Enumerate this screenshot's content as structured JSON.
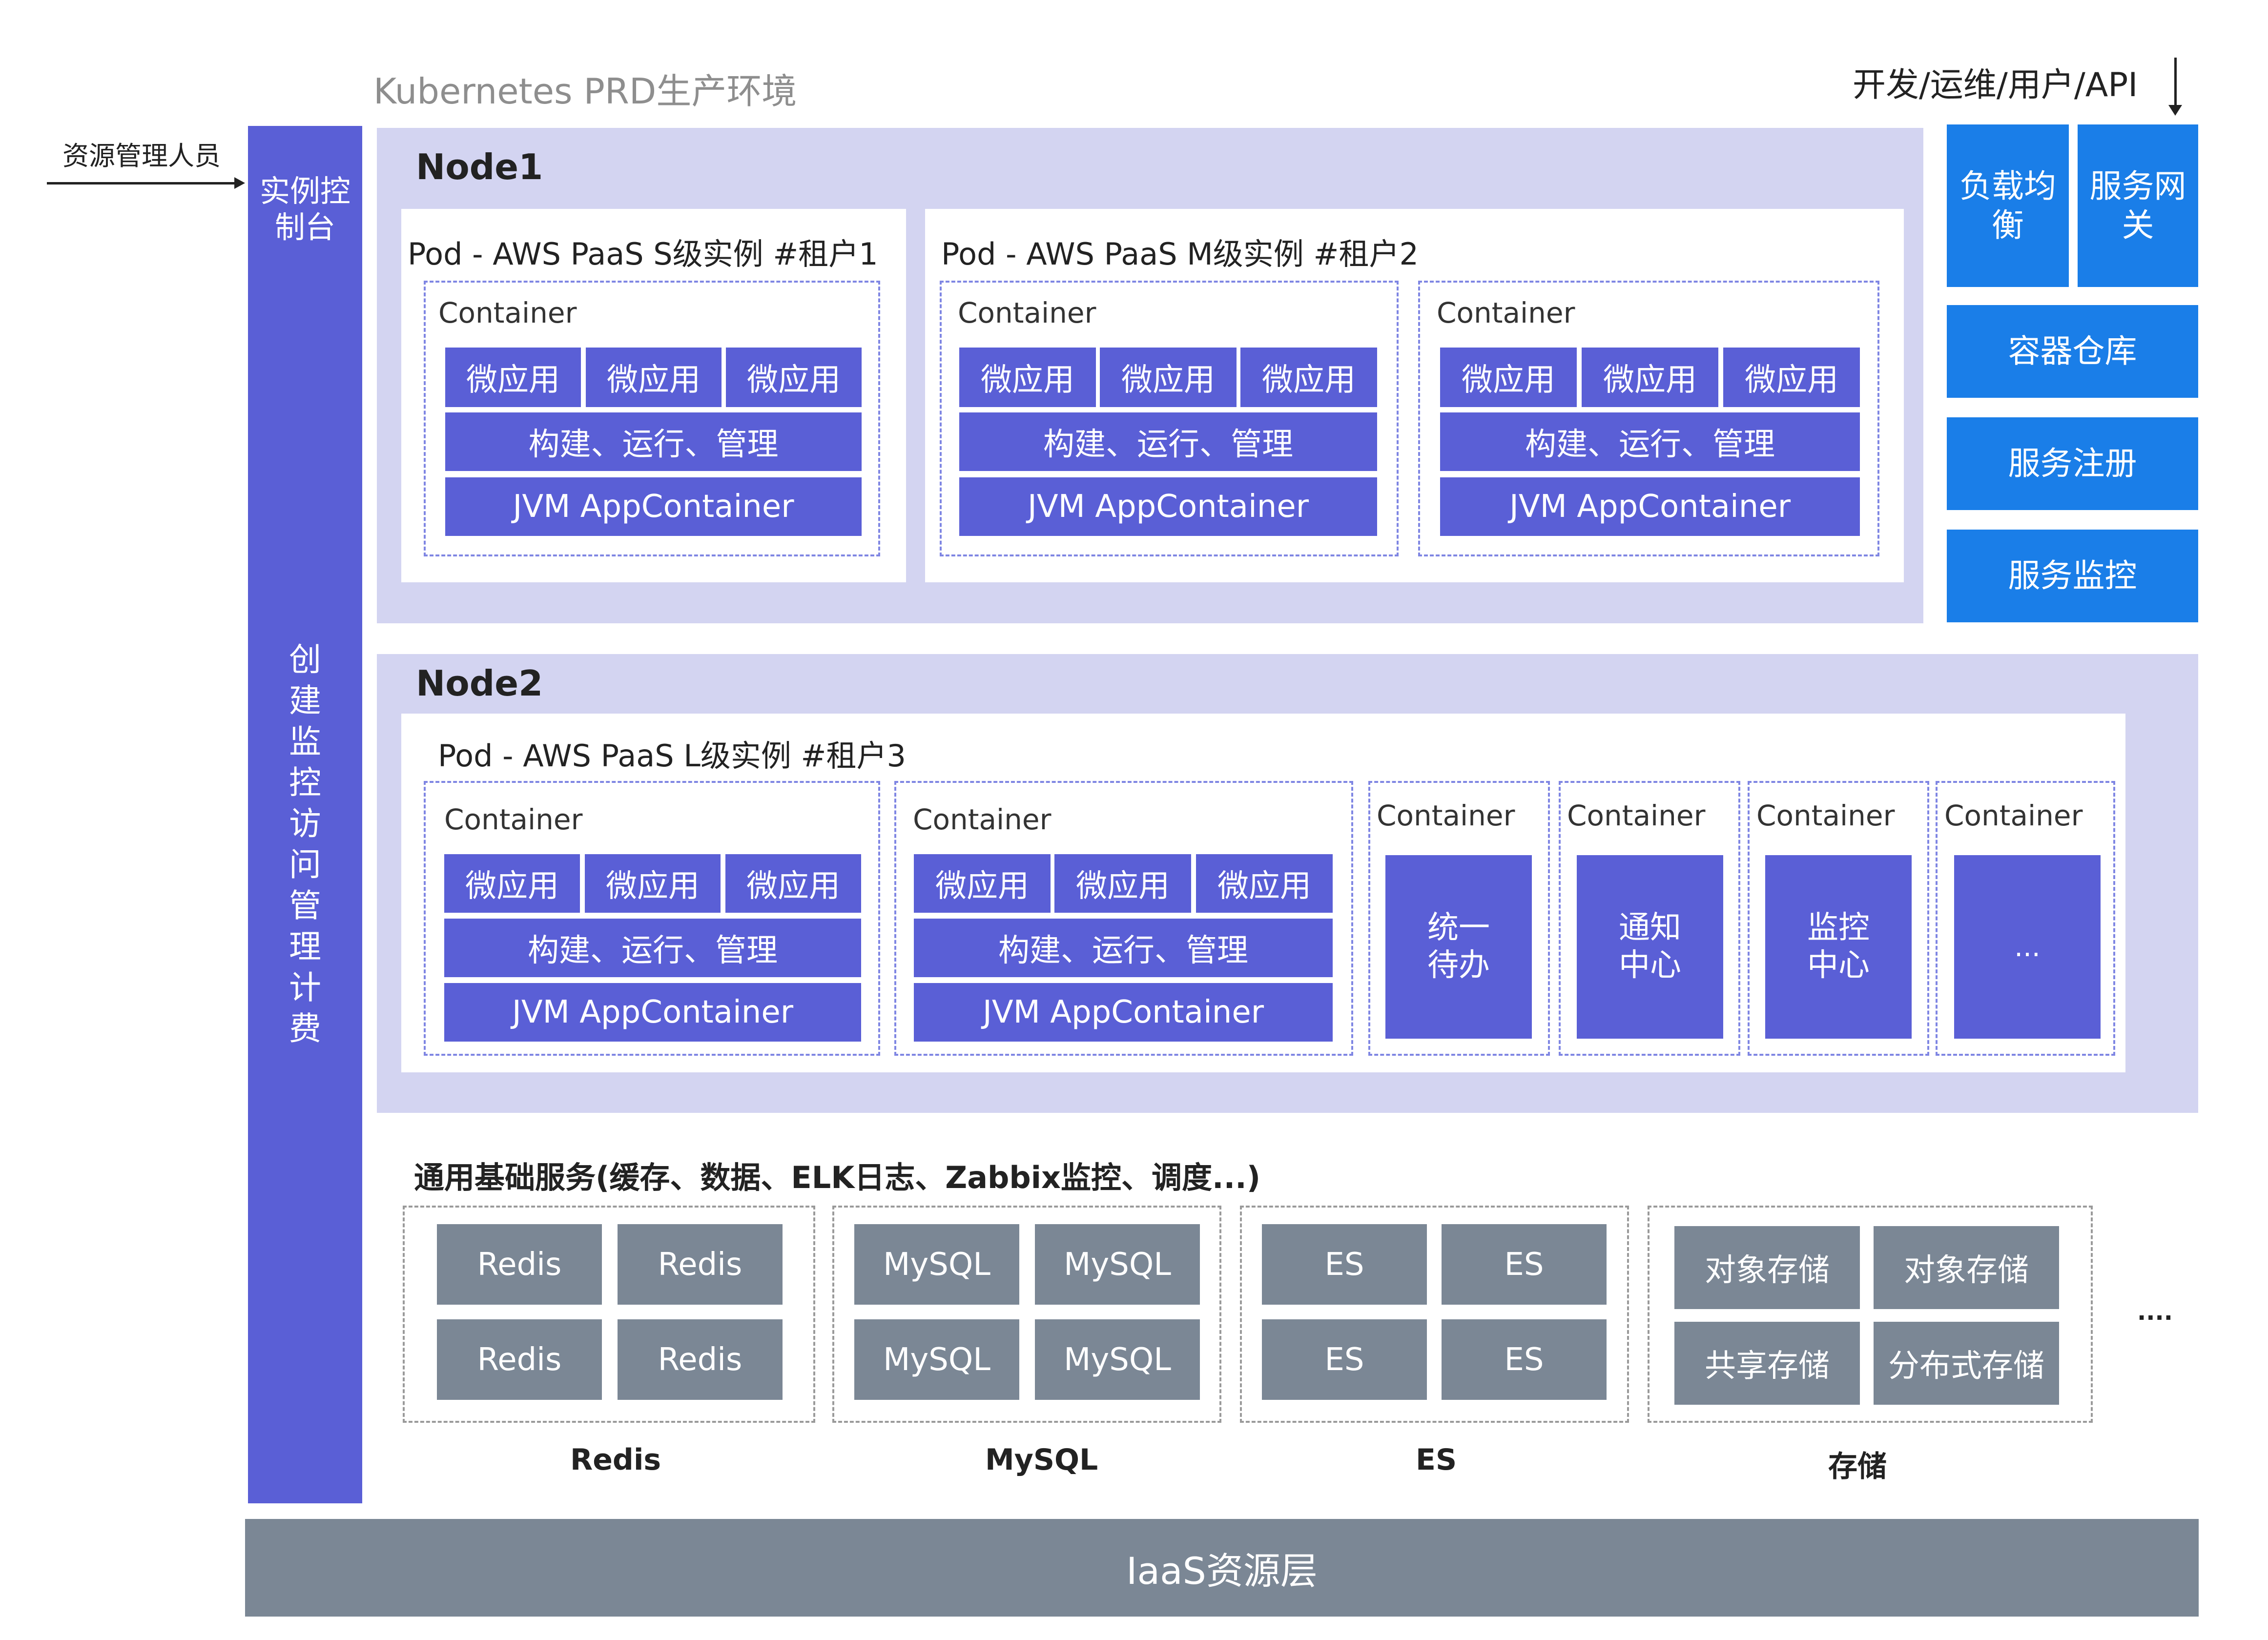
{
  "env_title": "Kubernetes PRD生产环境",
  "top_right_label": "开发/运维/用户/API",
  "left_actor": "资源管理人员",
  "console": {
    "title": "实例控制台",
    "functions": "创建监控访问管理计费"
  },
  "side_services": {
    "load_balance": "负载均衡",
    "gateway": "服务网关",
    "registry": "容器仓库",
    "service_registry": "服务注册",
    "monitoring": "服务监控"
  },
  "node1": {
    "title": "Node1",
    "pod1_title": "Pod - AWS PaaS S级实例 #租户1",
    "pod2_title": "Pod - AWS PaaS M级实例 #租户2"
  },
  "node2": {
    "title": "Node2",
    "pod_title": "Pod - AWS PaaS L级实例 #租户3",
    "special_containers": [
      "统一待办",
      "通知中心",
      "监控中心",
      "..."
    ]
  },
  "container": {
    "label": "Container",
    "micro_app": "微应用",
    "build_run": "构建、运行、管理",
    "jvm": "JVM AppContainer"
  },
  "base_services": {
    "title": "通用基础服务(缓存、数据、ELK日志、Zabbix监控、调度...)",
    "redis": {
      "label": "Redis",
      "items": [
        "Redis",
        "Redis",
        "Redis",
        "Redis"
      ]
    },
    "mysql": {
      "label": "MySQL",
      "items": [
        "MySQL",
        "MySQL",
        "MySQL",
        "MySQL"
      ]
    },
    "es": {
      "label": "ES",
      "items": [
        "ES",
        "ES",
        "ES",
        "ES"
      ]
    },
    "storage": {
      "label": "存储",
      "items": [
        "对象存储",
        "对象存储",
        "共享存储",
        "分布式存储"
      ]
    },
    "more": "...."
  },
  "iaas": "IaaS资源层",
  "colors": {
    "indigo": "#5a5fd6",
    "node_bg": "#d3d4f1",
    "blue": "#1a7ee8",
    "grey": "#7b8795"
  }
}
